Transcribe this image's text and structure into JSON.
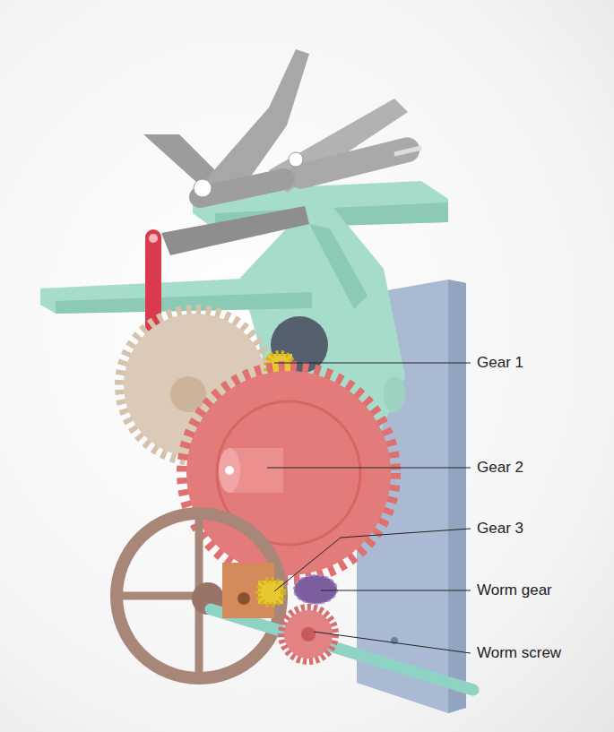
{
  "diagram": {
    "labels": [
      "Gear 1",
      "Gear 2",
      "Gear 3",
      "Worm gear",
      "Worm screw"
    ]
  }
}
